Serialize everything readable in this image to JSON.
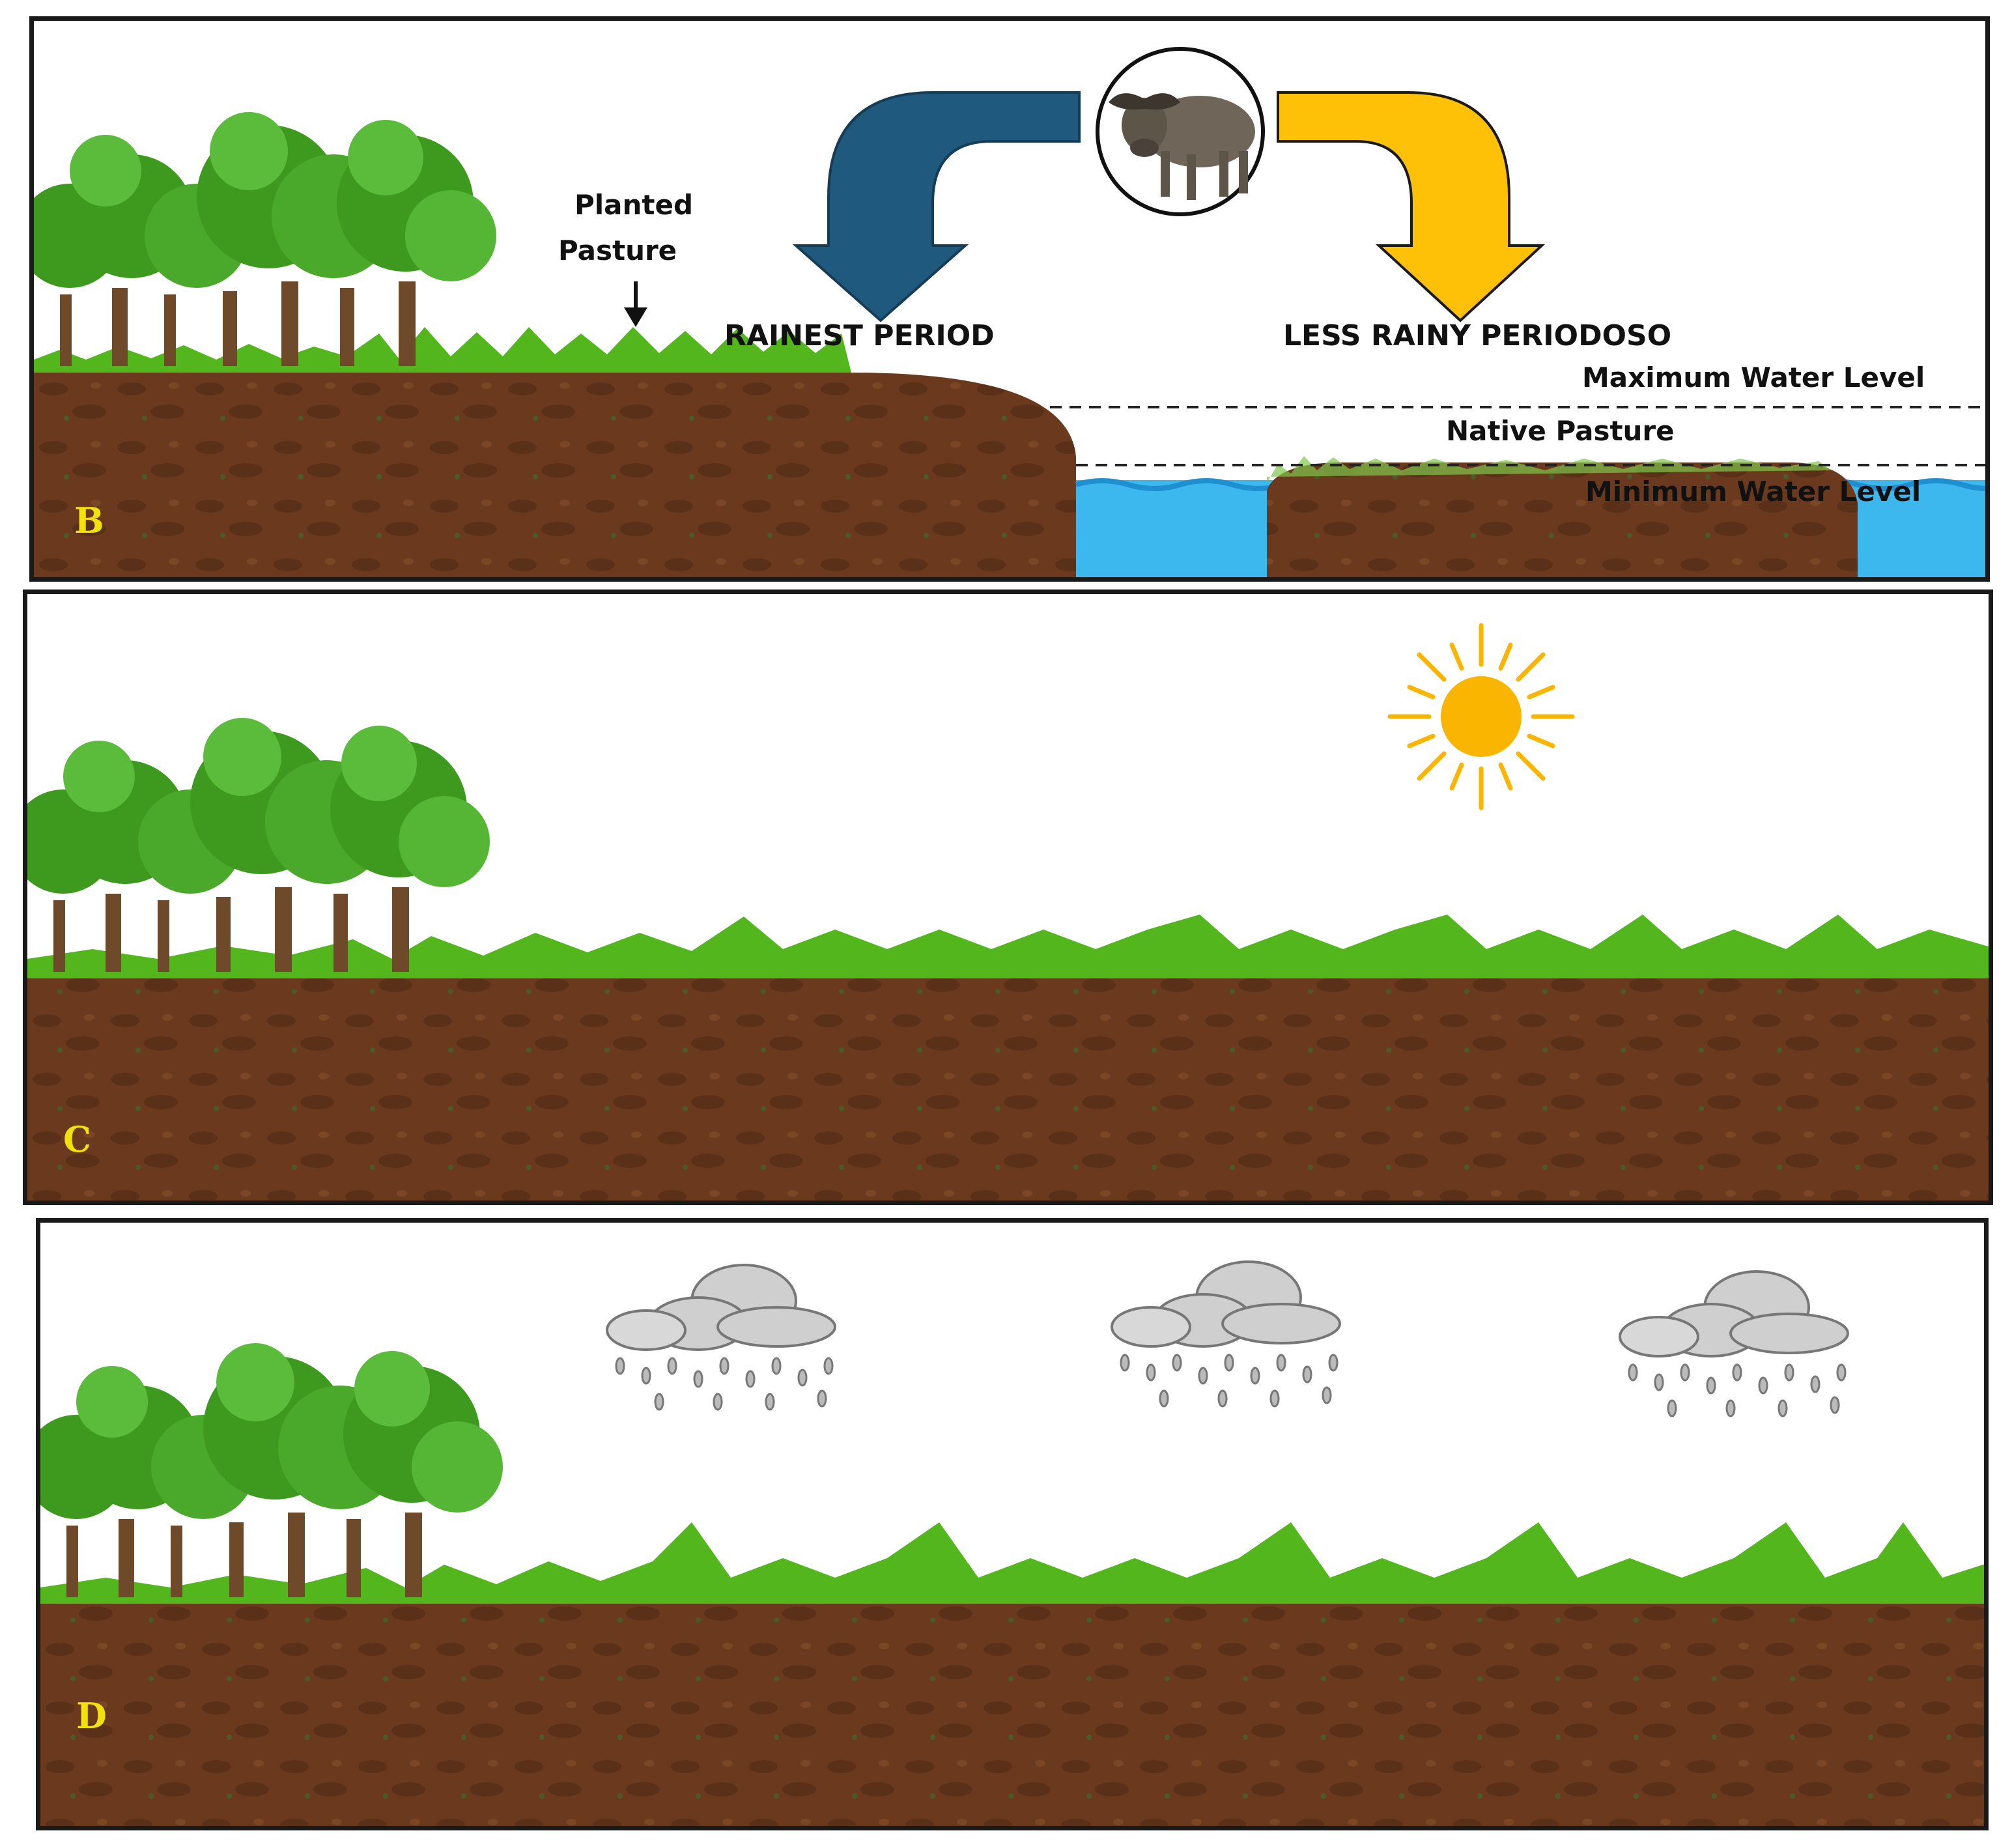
{
  "panels": [
    {
      "id": "B",
      "letter": "B"
    },
    {
      "id": "C",
      "letter": "C"
    },
    {
      "id": "D",
      "letter": "D"
    }
  ],
  "panel_b": {
    "planted_pasture_line1": "Planted",
    "planted_pasture_line2": "Pasture",
    "rainiest_period": "RAINEST PERIOD",
    "less_rainy_period": "LESS RAINY PERIODOSO",
    "maximum_water_level": "Maximum Water Level",
    "native_pasture": "Native Pasture",
    "minimum_water_level": "Minimum Water Level",
    "icons": [
      "buffalo-icon",
      "blue-curved-arrow",
      "yellow-curved-arrow"
    ]
  },
  "panel_c": {
    "icons": [
      "sun-icon"
    ]
  },
  "panel_d": {
    "icons": [
      "rain-cloud-icon",
      "rain-cloud-icon",
      "rain-cloud-icon"
    ]
  },
  "colors": {
    "soil": "#6b3a1e",
    "soil_dark": "#4f2a14",
    "grass": "#52b61c",
    "tree": "#3e9a1f",
    "water": "#3cb8ef",
    "blue_arrow": "#1f5a7e",
    "yellow_arrow": "#ffc107",
    "sun": "#f9b500",
    "letter": "#f2e20a"
  }
}
